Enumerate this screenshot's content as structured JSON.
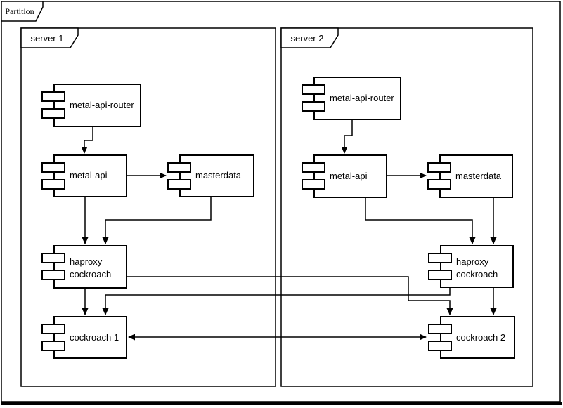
{
  "frame": {
    "label": "Partition"
  },
  "servers": [
    {
      "label": "server 1"
    },
    {
      "label": "server 2"
    }
  ],
  "components": {
    "s1_router": {
      "label": "metal-api-router"
    },
    "s1_api": {
      "label": "metal-api"
    },
    "s1_masterdata": {
      "label": "masterdata"
    },
    "s1_haproxy": {
      "lines": [
        "haproxy",
        "cockroach"
      ]
    },
    "s1_cockroach": {
      "label": "cockroach 1"
    },
    "s2_router": {
      "label": "metal-api-router"
    },
    "s2_api": {
      "label": "metal-api"
    },
    "s2_masterdata": {
      "label": "masterdata"
    },
    "s2_haproxy": {
      "lines": [
        "haproxy",
        "cockroach"
      ]
    },
    "s2_cockroach": {
      "label": "cockroach 2"
    }
  },
  "connections": [
    {
      "from": "server 1 / metal-api-router",
      "to": "server 1 / metal-api",
      "bidirectional": false
    },
    {
      "from": "server 1 / metal-api",
      "to": "server 1 / masterdata",
      "bidirectional": false
    },
    {
      "from": "server 1 / metal-api",
      "to": "server 1 / haproxy cockroach",
      "bidirectional": false
    },
    {
      "from": "server 1 / masterdata",
      "to": "server 1 / haproxy cockroach",
      "bidirectional": false
    },
    {
      "from": "server 1 / haproxy cockroach",
      "to": "server 1 / cockroach 1",
      "bidirectional": false
    },
    {
      "from": "server 1 / haproxy cockroach",
      "to": "server 2 / cockroach 2",
      "bidirectional": false
    },
    {
      "from": "server 2 / metal-api-router",
      "to": "server 2 / metal-api",
      "bidirectional": false
    },
    {
      "from": "server 2 / metal-api",
      "to": "server 2 / masterdata",
      "bidirectional": false
    },
    {
      "from": "server 2 / metal-api",
      "to": "server 2 / haproxy cockroach",
      "bidirectional": false
    },
    {
      "from": "server 2 / masterdata",
      "to": "server 2 / haproxy cockroach",
      "bidirectional": false
    },
    {
      "from": "server 2 / haproxy cockroach",
      "to": "server 2 / cockroach 2",
      "bidirectional": false
    },
    {
      "from": "server 2 / haproxy cockroach",
      "to": "server 1 / cockroach 1",
      "bidirectional": false
    },
    {
      "from": "server 1 / cockroach 1",
      "to": "server 2 / cockroach 2",
      "bidirectional": true
    }
  ],
  "colors": {
    "stroke": "#000000",
    "background": "#ffffff"
  }
}
